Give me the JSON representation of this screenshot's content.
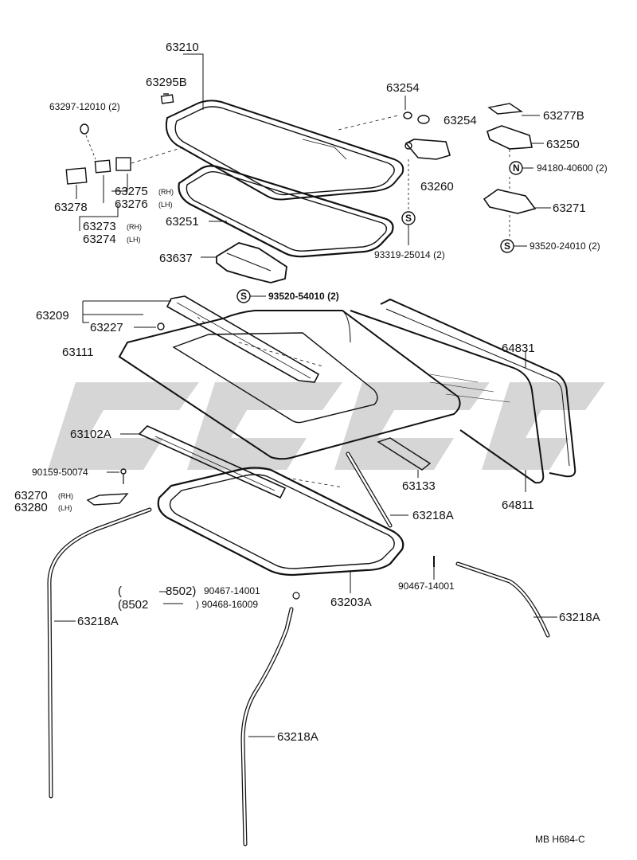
{
  "watermark": {
    "text": "CCGC",
    "color": "#c8c8c8"
  },
  "colors": {
    "ink": "#111111",
    "paper": "#ffffff",
    "glass": "#e8e8e8"
  },
  "parts": {
    "p63210": "63210",
    "p63295B": "63295B",
    "p63297": "63297-12010 (2)",
    "p63278": "63278",
    "p63275": "63275",
    "p63276": "63276",
    "rh": "(RH)",
    "lh": "(LH)",
    "p63273": "63273",
    "p63274": "63274",
    "p63251": "63251",
    "p63637": "63637",
    "p93520_54010": "93520-54010 (2)",
    "p63254a": "63254",
    "p63254b": "63254",
    "p63260": "63260",
    "p93319": "93319-25014 (2)",
    "p63277B": "63277B",
    "p63250": "63250",
    "p94180": "94180-40600 (2)",
    "p63271": "63271",
    "p93520_24010": "93520-24010 (2)",
    "p63209": "63209",
    "p63227": "63227",
    "p63111": "63111",
    "p64831": "64831",
    "p63102A": "63102A",
    "p90159": "90159-50074",
    "p63270": "63270",
    "p63280": "63280",
    "p63133": "63133",
    "p63218A_1": "63218A",
    "p64811": "64811",
    "p8502a": "(",
    "p8502b": "8502)",
    "p8502c": "(8502",
    "p90467a": "90467-14001",
    "p90468": ") 90468-16009",
    "p63203A": "63203A",
    "p90467b": "90467-14001",
    "p63218A_2": "63218A",
    "p63218A_3": "63218A",
    "p63218A_4": "63218A",
    "footer": "MB  H684-C",
    "sym_s": "S",
    "sym_n": "N"
  }
}
